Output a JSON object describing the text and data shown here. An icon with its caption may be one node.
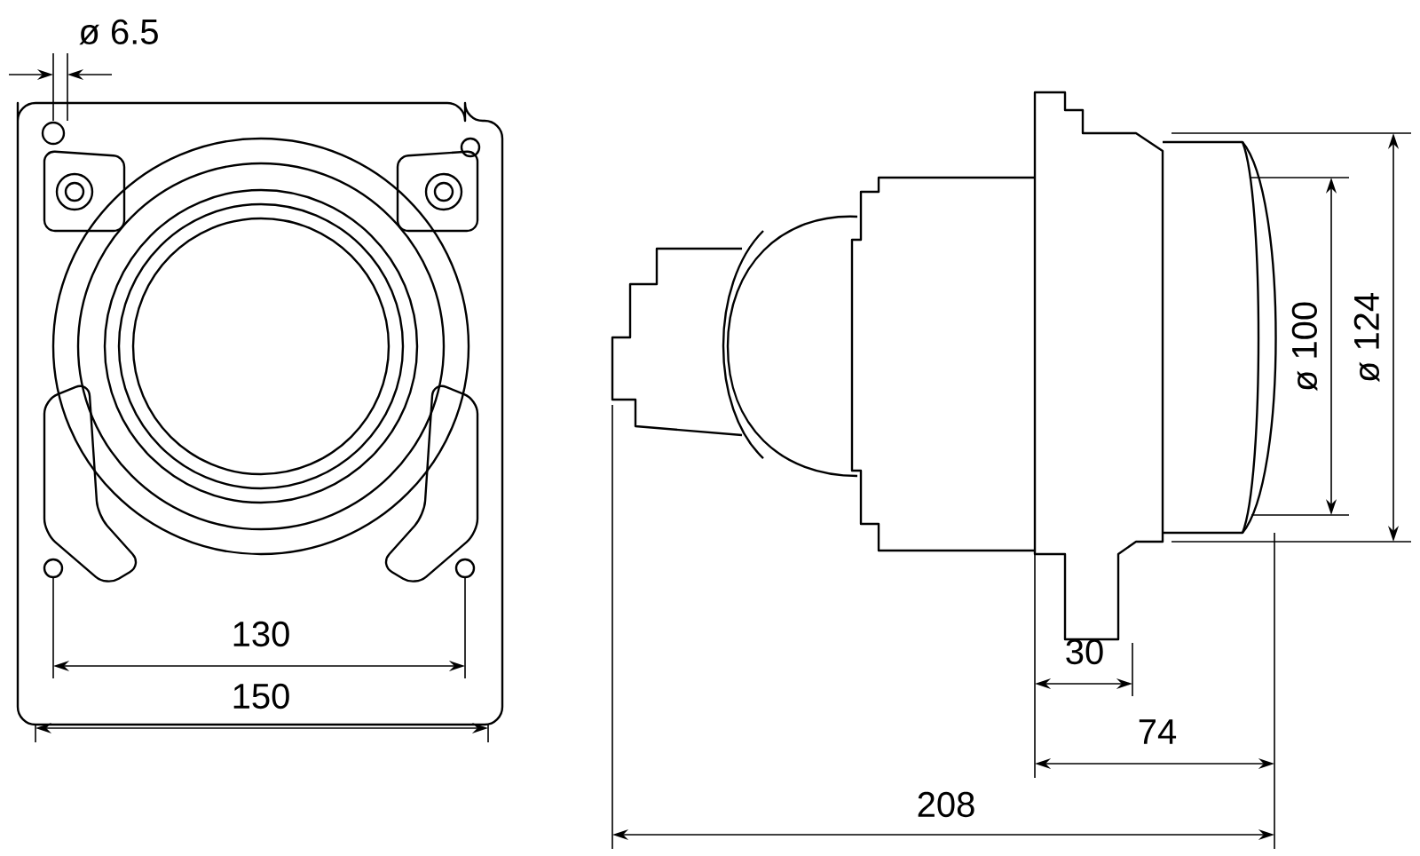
{
  "diagram": {
    "labels": [
      "ø 6.5",
      "130",
      "150",
      "ø 100",
      "ø 124",
      "30",
      "74",
      "208"
    ]
  }
}
